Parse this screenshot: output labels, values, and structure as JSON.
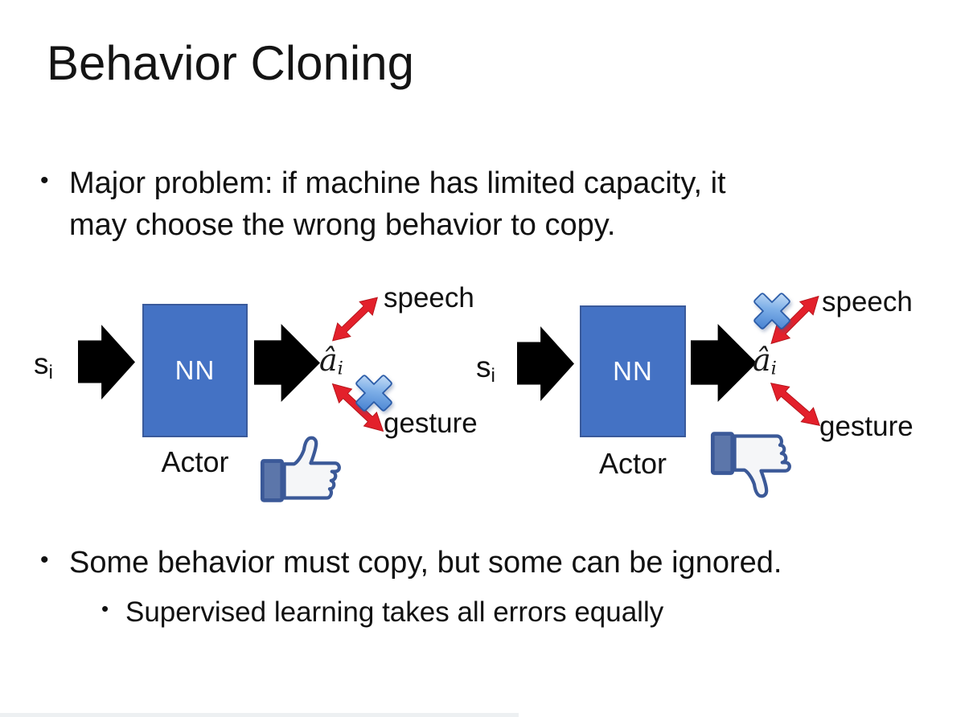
{
  "slide": {
    "title": "Behavior Cloning",
    "bullet1": {
      "marker": "•",
      "lines": [
        "Major problem: if machine has limited capacity, it",
        "may choose the wrong behavior to copy."
      ]
    },
    "bullet2": {
      "marker": "•",
      "text": "Some behavior must copy, but some can be ignored."
    },
    "bullet2_sub": {
      "marker": "•",
      "text": "Supervised learning takes all errors equally"
    },
    "diagram_left": {
      "input": "s",
      "input_sub": "i",
      "box": "NN",
      "caption": "Actor",
      "output": "â",
      "output_sub": "i",
      "branch_top": "speech",
      "branch_bottom": "gesture",
      "crossed_branch": "gesture",
      "feedback_icon": "thumbs-up"
    },
    "diagram_right": {
      "input": "s",
      "input_sub": "i",
      "box": "NN",
      "caption": "Actor",
      "output": "â",
      "output_sub": "i",
      "branch_top": "speech",
      "branch_bottom": "gesture",
      "crossed_branch": "speech",
      "feedback_icon": "thumbs-down"
    },
    "colors": {
      "text_color": "#111111",
      "nn_box_fill": "#4472C4",
      "nn_box_border": "#3A5A9B",
      "nn_box_text": "#FFFFFF",
      "arrow_black": "#000000",
      "arrow_red": "#E3202B",
      "arrow_red_dark": "#B31218",
      "cross_light": "#DCEBFA",
      "cross_mid": "#7FB0E8",
      "cross_dark": "#3A77CC",
      "cross_border": "#2B5CA8",
      "thumb_outline": "#3B5998",
      "thumb_fill": "#F5F6F8",
      "thumb_cuff": "#5C76AA"
    }
  }
}
